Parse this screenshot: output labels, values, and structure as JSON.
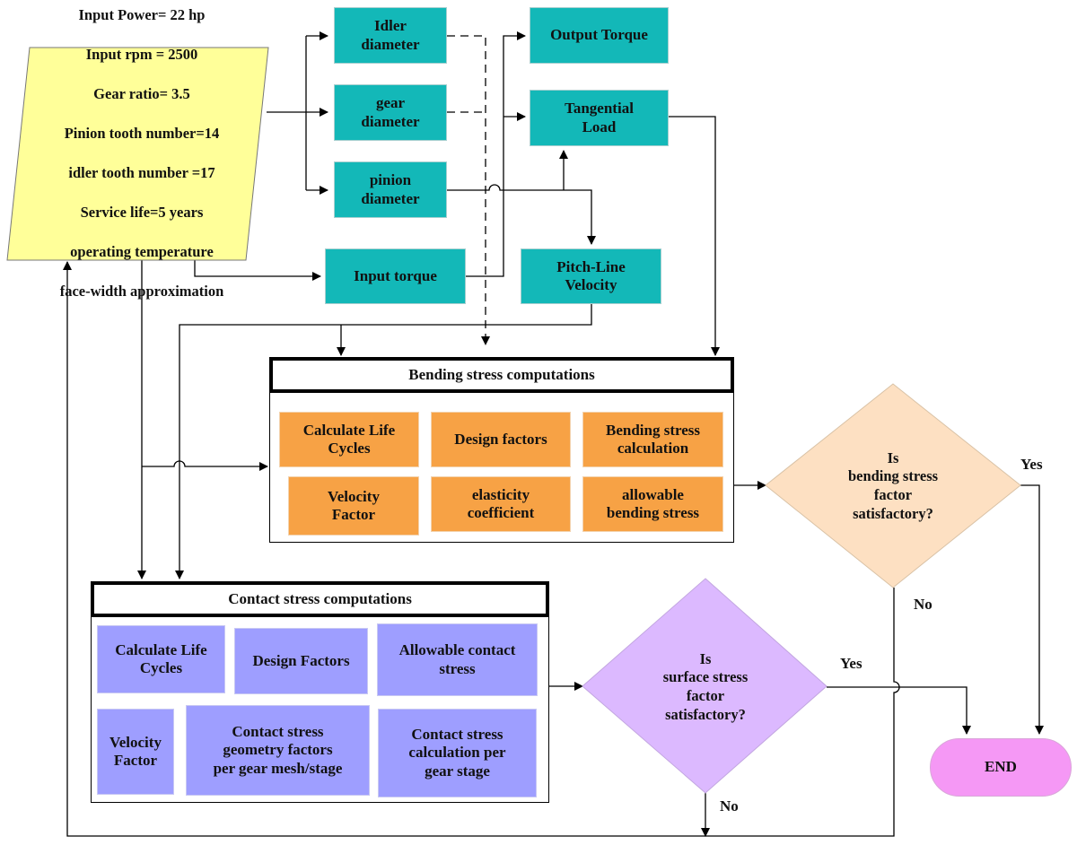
{
  "inputs": {
    "lines": [
      "Input Power= 22 hp",
      "Input rpm = 2500",
      "Gear ratio= 3.5",
      "Pinion tooth number=14",
      "idler tooth number =17",
      "Service life=5 years",
      "operating temperature",
      "face-width approximation"
    ]
  },
  "nodes": {
    "idler_diameter": "Idler\ndiameter",
    "gear_diameter": "gear\ndiameter",
    "pinion_diameter": "pinion\ndiameter",
    "output_torque": "Output Torque",
    "tangential_load": "Tangential\nLoad",
    "input_torque": "Input torque",
    "pitch_line_velocity": "Pitch-Line\nVelocity"
  },
  "bending": {
    "title": "Bending stress computations",
    "items": {
      "life_cycles": "Calculate Life\nCycles",
      "design_factors": "Design factors",
      "stress_calculation": "Bending stress\ncalculation",
      "velocity_factor": "Velocity\nFactor",
      "elasticity": "elasticity\ncoefficient",
      "allowable": "allowable\nbending stress"
    }
  },
  "contact": {
    "title": "Contact stress computations",
    "items": {
      "life_cycles": "Calculate Life\nCycles",
      "design_factors": "Design Factors",
      "allowable": "Allowable contact\nstress",
      "velocity_factor": "Velocity\nFactor",
      "geometry": "Contact stress\ngeometry factors\nper gear mesh/stage",
      "calculation": "Contact stress\ncalculation per\ngear stage"
    }
  },
  "decisions": {
    "bending": "Is\nbending stress\nfactor\nsatisfactory?",
    "surface": "Is\nsurface stress\nfactor\nsatisfactory?"
  },
  "end": "END",
  "labels": {
    "bending_yes": "Yes",
    "bending_no": "No",
    "surface_yes": "Yes",
    "surface_no": "No"
  },
  "colors": {
    "input_fill": "#ffff99",
    "process_fill": "#13b8b8",
    "bending_fill": "#f7a245",
    "contact_fill": "#9e9eff",
    "bending_decision_fill": "#fde0c2",
    "surface_decision_fill": "#dcb9ff",
    "end_fill": "#f598f5"
  }
}
